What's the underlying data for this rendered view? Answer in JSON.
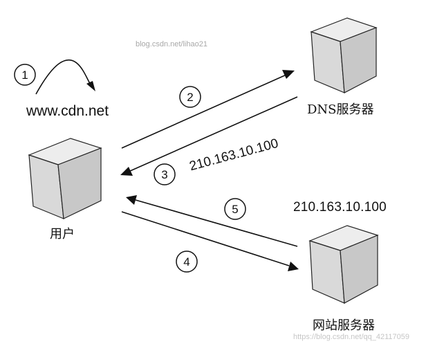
{
  "nodes": {
    "user": {
      "label": "用户"
    },
    "dns_server": {
      "label": "DNS服务器"
    },
    "web_server": {
      "label": "网站服务器"
    }
  },
  "labels": {
    "domain": "www.cdn.net",
    "dns_reply_ip": "210.163.10.100",
    "web_server_ip": "210.163.10.100"
  },
  "steps": [
    "1",
    "2",
    "3",
    "4",
    "5"
  ],
  "watermarks": {
    "top": "blog.csdn.net/lihao21",
    "bottom": "https://blog.csdn.net/qq_42117059"
  },
  "colors": {
    "line": "#111111",
    "cube_top": "#ededed",
    "cube_left": "#d9d9d9",
    "cube_right": "#c8c8c8",
    "watermark": "#a8a8a8"
  }
}
